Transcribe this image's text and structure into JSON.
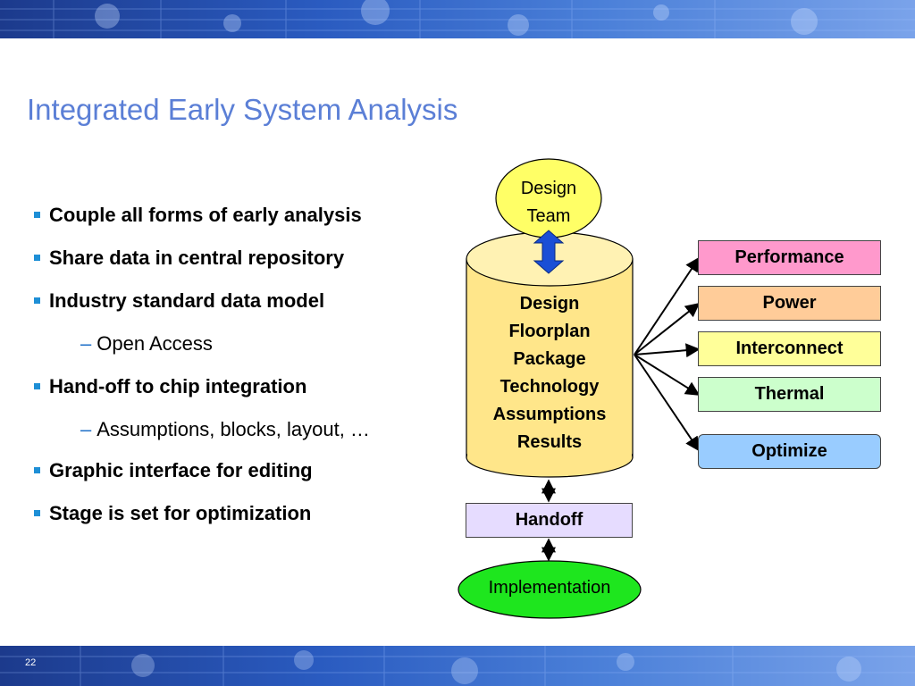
{
  "slide": {
    "title": "Integrated Early System Analysis",
    "slide_number": "22"
  },
  "bullets": [
    {
      "level": 1,
      "text": "Couple all forms of early analysis"
    },
    {
      "level": 1,
      "text": "Share data in central repository"
    },
    {
      "level": 1,
      "text": "Industry standard data model"
    },
    {
      "level": 2,
      "text": "Open Access"
    },
    {
      "level": 1,
      "text": "Hand-off to chip integration"
    },
    {
      "level": 2,
      "text": "Assumptions, blocks, layout, …"
    },
    {
      "level": 1,
      "text": "Graphic interface for editing"
    },
    {
      "level": 1,
      "text": "Stage is set for optimization"
    }
  ],
  "diagram": {
    "design_team": [
      "Design",
      "Team"
    ],
    "repository": [
      "Design",
      "Floorplan",
      "Package",
      "Technology",
      "Assumptions",
      "Results"
    ],
    "handoff": "Handoff",
    "implementation": "Implementation",
    "analyses": [
      {
        "label": "Performance",
        "color": "#ff99cc"
      },
      {
        "label": "Power",
        "color": "#ffcc99"
      },
      {
        "label": "Interconnect",
        "color": "#ffff99"
      },
      {
        "label": "Thermal",
        "color": "#ccffcc"
      },
      {
        "label": "Optimize",
        "color": "#99ccff"
      }
    ],
    "colors": {
      "design_team": "#ffff66",
      "repository": "#ffe68a",
      "handoff": "#e6dcff",
      "implementation": "#1ee61e",
      "arrow_blue": "#1a4fd6"
    }
  }
}
